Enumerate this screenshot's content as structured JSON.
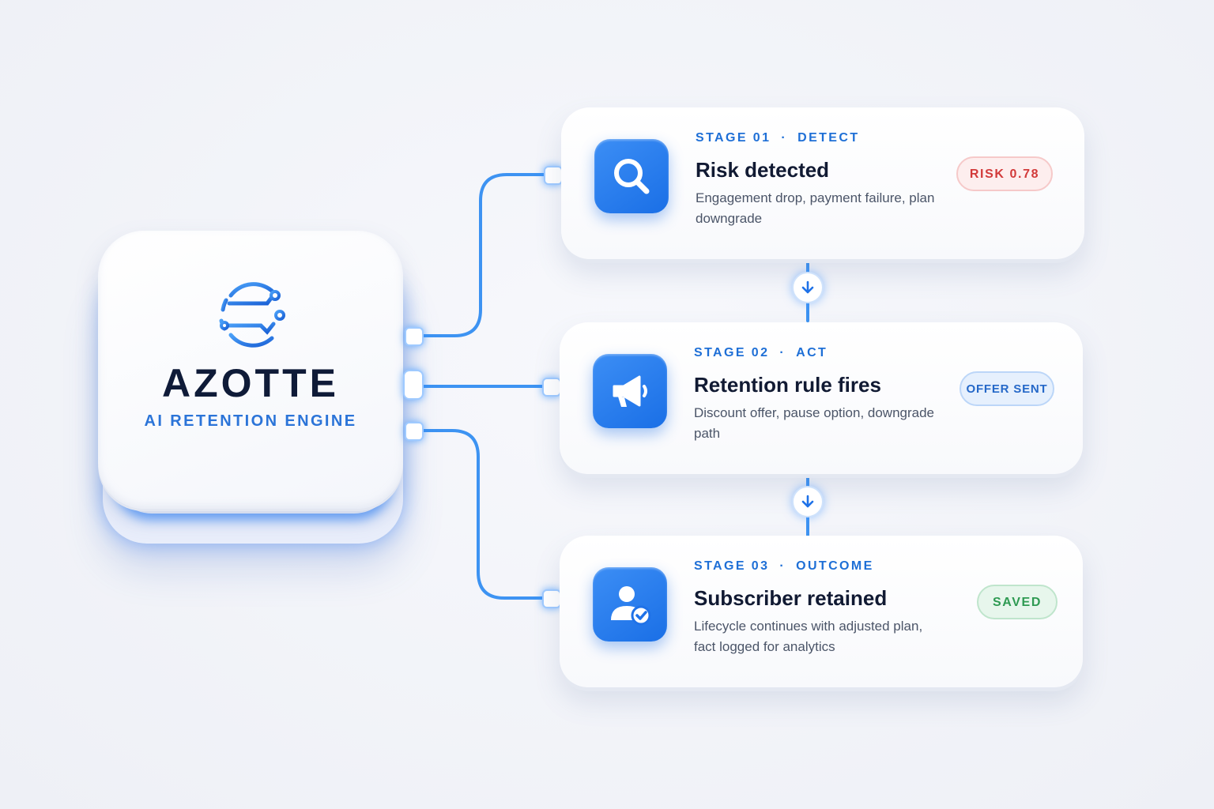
{
  "engine": {
    "brand": "AZOTTE",
    "tagline": "AI RETENTION ENGINE",
    "logo_icon": "globe-circuit-icon"
  },
  "stages": [
    {
      "stage": "STAGE 01",
      "separator": "·",
      "phase": "DETECT",
      "title": "Risk detected",
      "description": "Engagement drop, payment failure, plan downgrade",
      "badge": "RISK 0.78",
      "icon": "search-icon"
    },
    {
      "stage": "STAGE 02",
      "separator": "·",
      "phase": "ACT",
      "title": "Retention rule fires",
      "description": "Discount offer, pause option, downgrade path",
      "badge": "OFFER SENT",
      "icon": "megaphone-icon"
    },
    {
      "stage": "STAGE 03",
      "separator": "·",
      "phase": "OUTCOME",
      "title": "Subscriber retained",
      "description": "Lifecycle continues with adjusted plan, fact logged for analytics",
      "badge": "SAVED",
      "icon": "user-check-icon"
    }
  ],
  "colors": {
    "accent": "#1f72e8",
    "brand_text": "#0f1b38",
    "risk": "#d23a3a",
    "offer": "#2568c8",
    "saved": "#2e9a52"
  }
}
